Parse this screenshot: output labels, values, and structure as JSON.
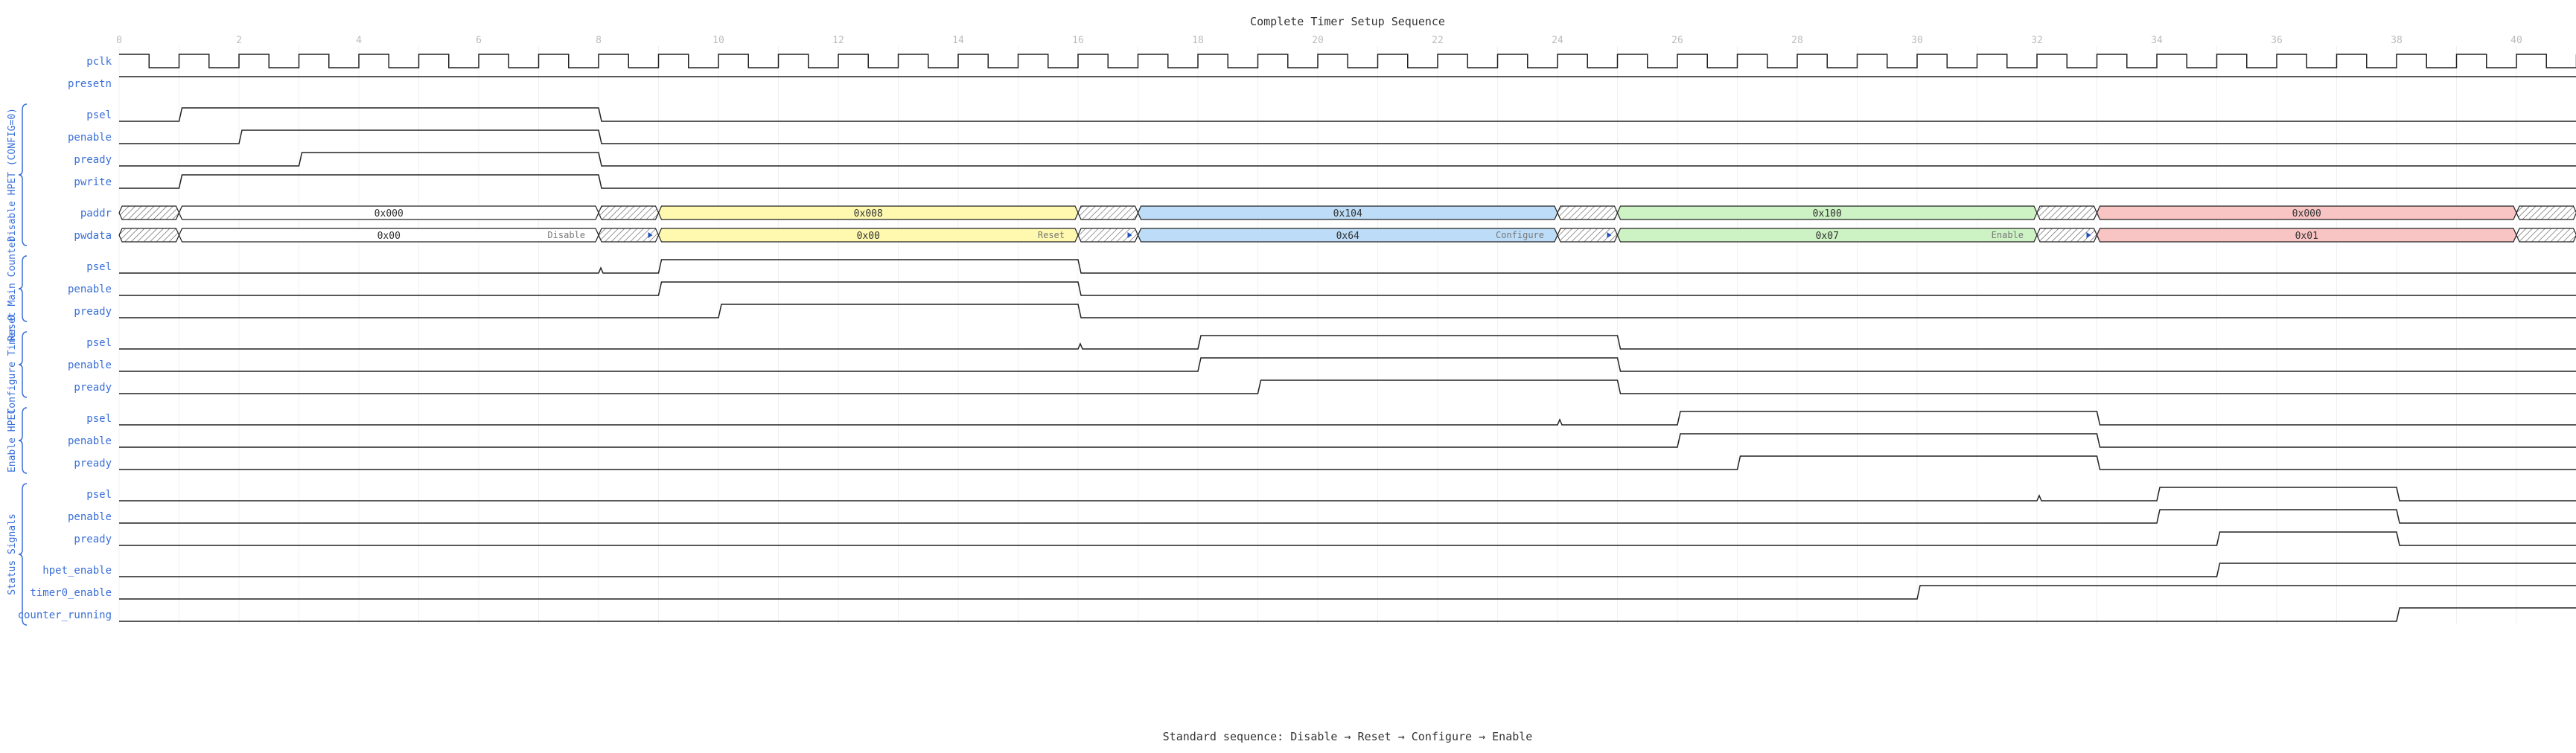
{
  "title": "Complete Timer Setup Sequence",
  "caption": "Standard sequence: Disable → Reset → Configure → Enable",
  "cycles": 41,
  "tick_labels": [
    "0",
    "2",
    "4",
    "6",
    "8",
    "10",
    "12",
    "14",
    "16",
    "18",
    "20",
    "22",
    "24",
    "26",
    "28",
    "30",
    "32",
    "34",
    "36",
    "38",
    "40"
  ],
  "colors": {
    "label": "#3a6fd8",
    "wave": "#222222",
    "hatch": "#555555",
    "grid": "#f0f0f0",
    "tick": "#bbbbbb",
    "white": "#ffffff",
    "yellow": "#fff9b0",
    "blue": "#bcdcf7",
    "green": "#cdf2c4",
    "red": "#f9c4c4"
  },
  "groups": [
    {
      "label": "Disable HPET (CONFIG=0)"
    },
    {
      "label": "Reset Main Counter"
    },
    {
      "label": "Configure Timer 0"
    },
    {
      "label": "Enable HPET"
    },
    {
      "label": "Status Signals"
    }
  ],
  "signals": [
    {
      "name": "pclk",
      "type": "clock"
    },
    {
      "name": "presetn",
      "type": "bit",
      "wave": "1"
    },
    {
      "name": "psel",
      "type": "bit",
      "group": 0,
      "wave": "0h......l"
    },
    {
      "name": "penable",
      "type": "bit",
      "group": 0,
      "wave": "0.h.....l"
    },
    {
      "name": "pready",
      "type": "bit",
      "group": 0,
      "wave": "0..h....l"
    },
    {
      "name": "pwrite",
      "type": "bit",
      "group": 0,
      "wave": "0h......l"
    },
    {
      "name": "paddr",
      "type": "bus",
      "segments": [
        {
          "from": 0,
          "to": 1,
          "kind": "x"
        },
        {
          "from": 1,
          "to": 8,
          "kind": "data",
          "color": "white",
          "value": "0x000"
        },
        {
          "from": 8,
          "to": 9,
          "kind": "x"
        },
        {
          "from": 9,
          "to": 16,
          "kind": "data",
          "color": "yellow",
          "value": "0x008"
        },
        {
          "from": 16,
          "to": 17,
          "kind": "x"
        },
        {
          "from": 17,
          "to": 24,
          "kind": "data",
          "color": "blue",
          "value": "0x104"
        },
        {
          "from": 24,
          "to": 25,
          "kind": "x"
        },
        {
          "from": 25,
          "to": 32,
          "kind": "data",
          "color": "green",
          "value": "0x100"
        },
        {
          "from": 32,
          "to": 33,
          "kind": "x"
        },
        {
          "from": 33,
          "to": 40,
          "kind": "data",
          "color": "red",
          "value": "0x000"
        },
        {
          "from": 40,
          "to": 41,
          "kind": "x"
        }
      ]
    },
    {
      "name": "pwdata",
      "type": "bus",
      "segments": [
        {
          "from": 0,
          "to": 1,
          "kind": "x"
        },
        {
          "from": 1,
          "to": 8,
          "kind": "data",
          "color": "white",
          "value": "0x00",
          "note": "Disable"
        },
        {
          "from": 8,
          "to": 9,
          "kind": "x"
        },
        {
          "from": 9,
          "to": 16,
          "kind": "data",
          "color": "yellow",
          "value": "0x00",
          "note": "Reset"
        },
        {
          "from": 16,
          "to": 17,
          "kind": "x"
        },
        {
          "from": 17,
          "to": 24,
          "kind": "data",
          "color": "blue",
          "value": "0x64",
          "note": "Configure"
        },
        {
          "from": 24,
          "to": 25,
          "kind": "x"
        },
        {
          "from": 25,
          "to": 32,
          "kind": "data",
          "color": "green",
          "value": "0x07",
          "note": "Enable"
        },
        {
          "from": 32,
          "to": 33,
          "kind": "x"
        },
        {
          "from": 33,
          "to": 40,
          "kind": "data",
          "color": "red",
          "value": "0x01"
        },
        {
          "from": 40,
          "to": 41,
          "kind": "x"
        }
      ]
    },
    {
      "name": "psel",
      "type": "bit",
      "group": 1,
      "wave": "0.......p h......l",
      "compact": "0.......ph......l"
    },
    {
      "name": "penable",
      "type": "bit",
      "group": 1,
      "wave": "0........h......l"
    },
    {
      "name": "pready",
      "type": "bit",
      "group": 1,
      "wave": "0.........h.....l"
    },
    {
      "name": "psel",
      "type": "bit",
      "group": 2,
      "wave": "0...............p.h......l"
    },
    {
      "name": "penable",
      "type": "bit",
      "group": 2,
      "wave": "0.................h......l"
    },
    {
      "name": "pready",
      "type": "bit",
      "group": 2,
      "wave": "0..................h.....l"
    },
    {
      "name": "psel",
      "type": "bit",
      "group": 3,
      "wave": "0.......................p.h......l"
    },
    {
      "name": "penable",
      "type": "bit",
      "group": 3,
      "wave": "0.........................h......l"
    },
    {
      "name": "pready",
      "type": "bit",
      "group": 3,
      "wave": "0..........................h.....l"
    },
    {
      "name": "psel",
      "type": "bit",
      "group": 4,
      "wave": "0...............................p.h...l"
    },
    {
      "name": "penable",
      "type": "bit",
      "group": 4,
      "wave": "0.................................h...l"
    },
    {
      "name": "pready",
      "type": "bit",
      "group": 4,
      "wave": "0..................................h..l"
    },
    {
      "name": "hpet_enable",
      "type": "bit",
      "wave": "0..................................h"
    },
    {
      "name": "timer0_enable",
      "type": "bit",
      "wave": "0.............................h"
    },
    {
      "name": "counter_running",
      "type": "bit",
      "wave": "0.....................................h"
    }
  ]
}
